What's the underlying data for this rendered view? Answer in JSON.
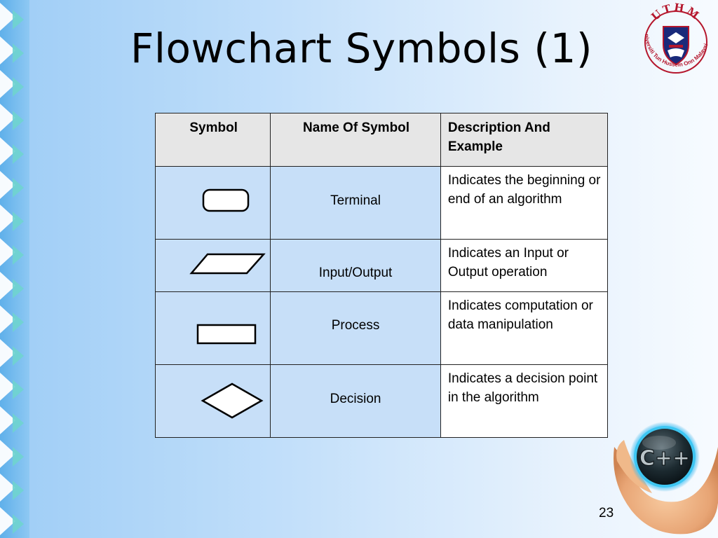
{
  "slide": {
    "title": "Flowchart Symbols (1)",
    "page_number": "23"
  },
  "logo": {
    "abbreviation": "UTHM",
    "name": "Universiti Tun Hussein Onn Malaysia",
    "icon": "university-crest-icon"
  },
  "table": {
    "headers": [
      "Symbol",
      "Name Of Symbol",
      "Description And Example"
    ],
    "rows": [
      {
        "symbol": "terminal-shape",
        "name": "Terminal",
        "description": "Indicates the beginning or end of an algorithm"
      },
      {
        "symbol": "parallelogram-shape",
        "name": "Input/Output",
        "description": "Indicates an Input or Output operation"
      },
      {
        "symbol": "rectangle-shape",
        "name": "Process",
        "description": "Indicates computation or data manipulation"
      },
      {
        "symbol": "diamond-shape",
        "name": "Decision",
        "description": "Indicates a decision point in the algorithm"
      }
    ]
  },
  "decoration": {
    "image": "hands-holding-cpp-button",
    "badge_label": "C++"
  },
  "colors": {
    "table_body": "#c7dff8",
    "header_row": "#e6e6e6",
    "logo_red": "#b5172d"
  }
}
